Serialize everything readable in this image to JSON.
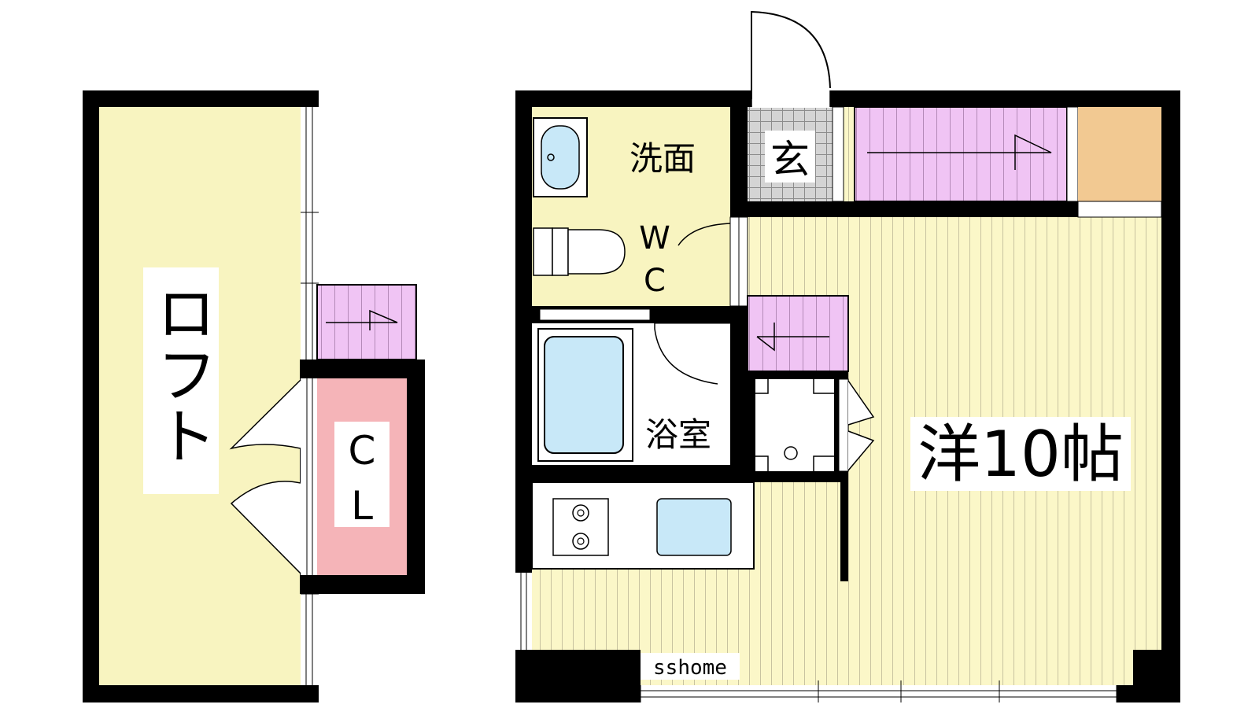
{
  "floor_plan": {
    "loft_label": "ロフト",
    "closet_label_line1": "C",
    "closet_label_line2": "L",
    "washroom_label": "洗面",
    "entrance_label": "玄",
    "wc_label_line1": "W",
    "wc_label_line2": "C",
    "bathroom_label": "浴室",
    "western_room_label": "洋10帖",
    "watermark": "sshome"
  },
  "colors": {
    "wall": "#000000",
    "loft_floor": "#f8f4c0",
    "washroom_floor": "#f8f4c0",
    "room_floor": "#fbf7c8",
    "floor_lines": "#c8c3a0",
    "stairs": "#f0c4f4",
    "closet": "#f5b4b8",
    "fixture": "#c8e8f8",
    "entrance_tile": "#d4d4d4",
    "storage": "#f2c992"
  }
}
